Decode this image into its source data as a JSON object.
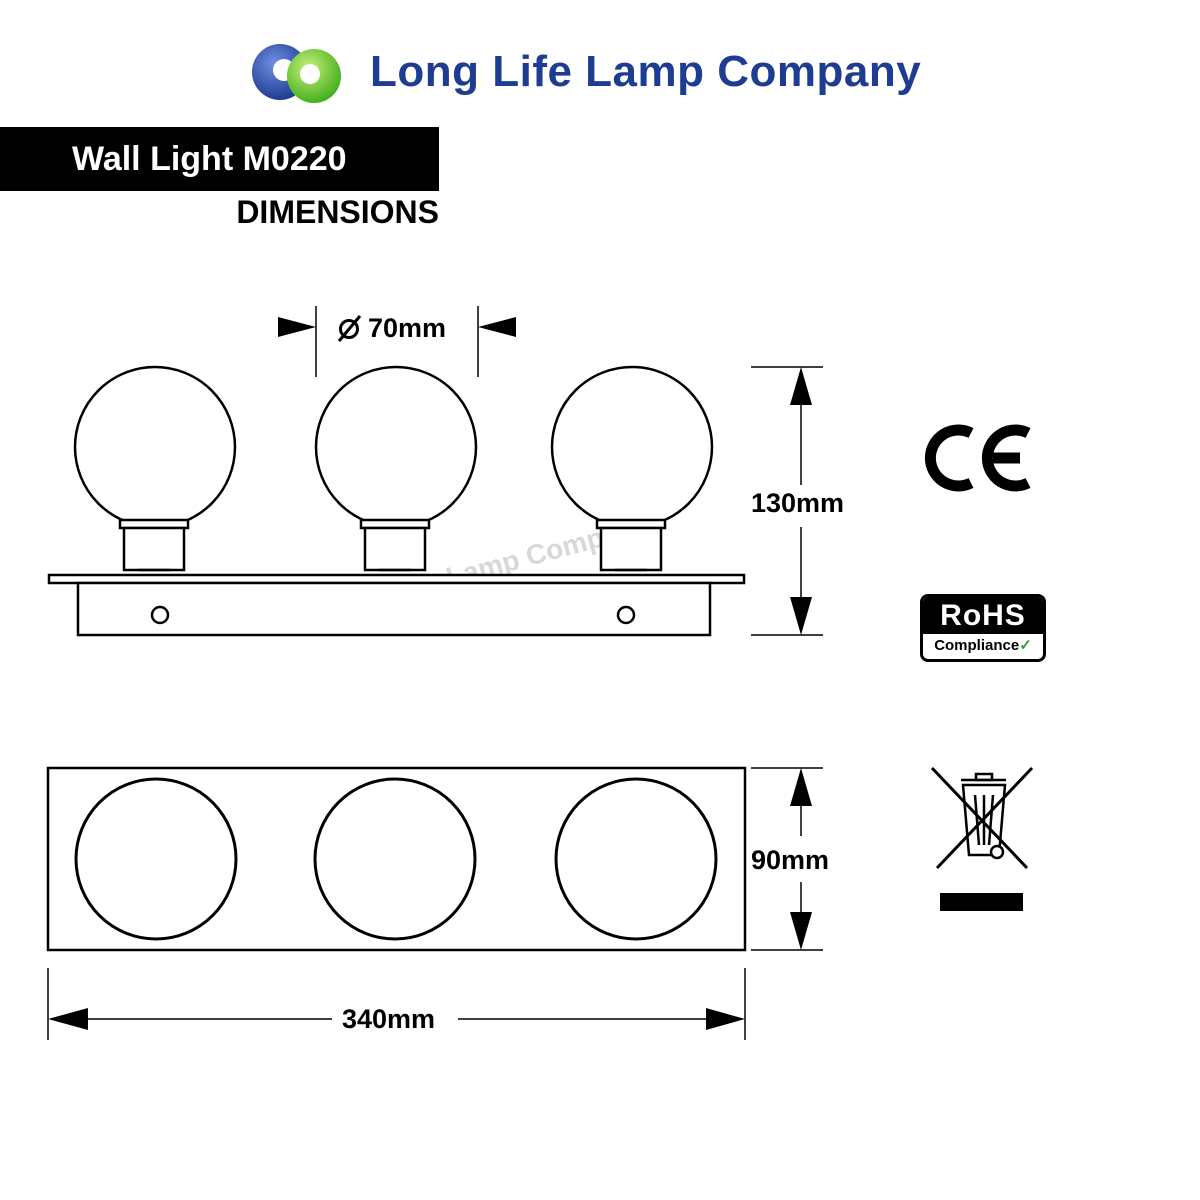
{
  "brand": {
    "name": "Long Life Lamp Company",
    "colors": {
      "blue": "#1f3c93",
      "green": "#6ccf2a"
    },
    "logo": "two-overlapping-rings-logo-icon"
  },
  "product": {
    "title": "Wall Light M0220",
    "subtitle": "DIMENSIONS"
  },
  "dimensions": {
    "globe_diameter": "70mm",
    "height": "130mm",
    "depth": "90mm",
    "width": "340mm"
  },
  "watermark": "Long Life Lamp Company",
  "certifications": {
    "ce": {
      "icon": "ce-mark-icon"
    },
    "rohs": {
      "title": "RoHS",
      "label": "Compliance",
      "icon": "checkmark-icon"
    },
    "weee": {
      "icon": "crossed-out-wheelie-bin-icon"
    }
  }
}
